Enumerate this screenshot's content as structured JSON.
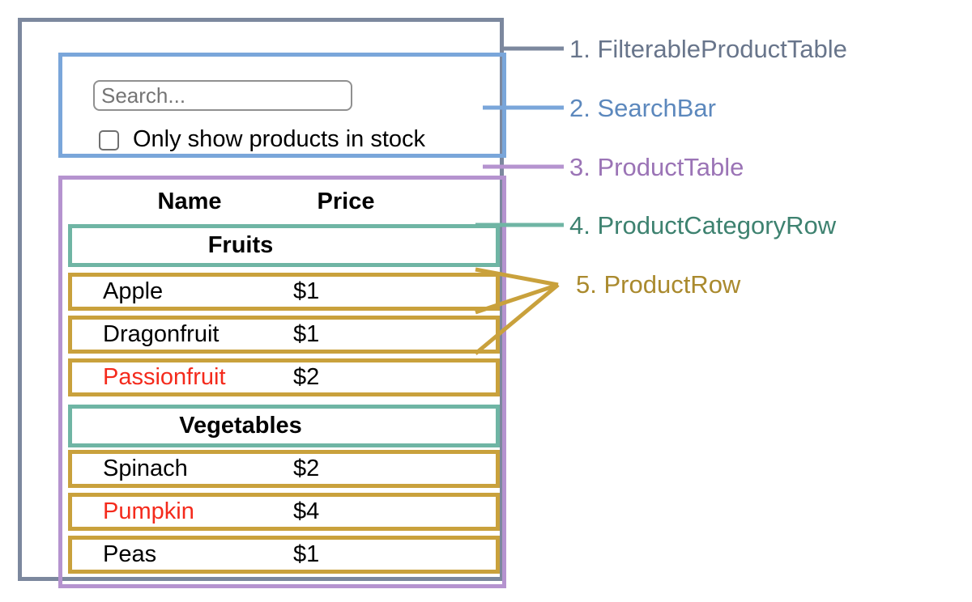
{
  "search_bar": {
    "input_placeholder": "Search...",
    "checkbox_label": "Only show products in stock",
    "checkbox_checked": false
  },
  "product_table": {
    "columns": [
      "Name",
      "Price"
    ],
    "sections": [
      {
        "category": "Fruits",
        "rows": [
          {
            "name": "Apple",
            "price": "$1",
            "name_color": "#000000"
          },
          {
            "name": "Dragonfruit",
            "price": "$1",
            "name_color": "#000000"
          },
          {
            "name": "Passionfruit",
            "price": "$2",
            "name_color": "#f42a1c"
          }
        ]
      },
      {
        "category": "Vegetables",
        "rows": [
          {
            "name": "Spinach",
            "price": "$2",
            "name_color": "#000000"
          },
          {
            "name": "Pumpkin",
            "price": "$4",
            "name_color": "#f42a1c"
          },
          {
            "name": "Peas",
            "price": "$1",
            "name_color": "#000000"
          }
        ]
      }
    ]
  },
  "annotations": {
    "items": [
      {
        "label": "1. FilterableProductTable",
        "color": "#68758b"
      },
      {
        "label": "2. SearchBar",
        "color": "#5c88bd"
      },
      {
        "label": "3. ProductTable",
        "color": "#9b74b6"
      },
      {
        "label": "4. ProductCategoryRow",
        "color": "#3e8270"
      },
      {
        "label": "5. ProductRow",
        "color": "#aa8a2e"
      }
    ]
  },
  "colors": {
    "filterable_product_table_border": "#7c889e",
    "search_bar_border": "#7aa6da",
    "product_table_border": "#b593cf",
    "category_row_border": "#6fb5a4",
    "product_row_border": "#c9a13c",
    "out_of_stock_text": "#f42a1c"
  }
}
